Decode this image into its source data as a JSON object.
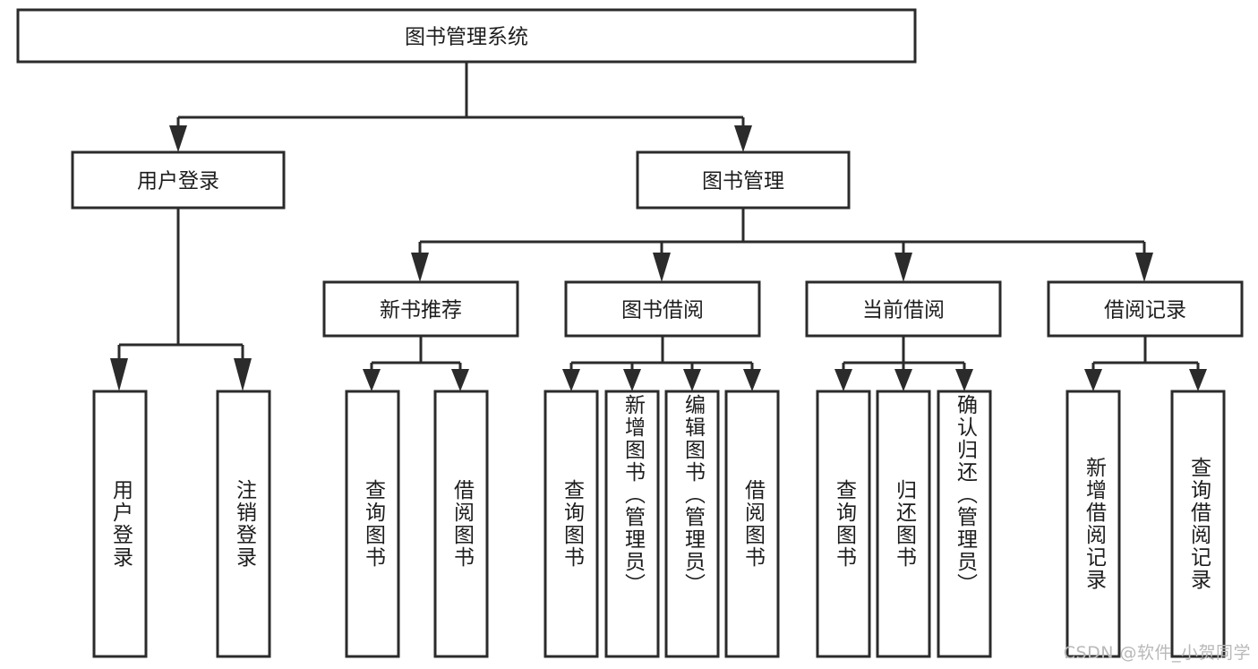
{
  "diagram": {
    "title": "图书管理系统",
    "type": "tree-hierarchy",
    "watermark": "CSDN @软件_小贺同学",
    "colors": {
      "stroke": "#2b2b2b",
      "fill": "#ffffff",
      "text": "#1d1d1d",
      "watermark": "#b9b9b9"
    },
    "root": {
      "label": "图书管理系统"
    },
    "level2": [
      {
        "label": "用户登录"
      },
      {
        "label": "图书管理"
      }
    ],
    "level3": [
      {
        "label": "新书推荐"
      },
      {
        "label": "图书借阅"
      },
      {
        "label": "当前借阅"
      },
      {
        "label": "借阅记录"
      }
    ],
    "leaves": {
      "user_login": [
        {
          "label": "用户登录"
        },
        {
          "label": "注销登录"
        }
      ],
      "new_book_recommend": [
        {
          "label": "查询图书"
        },
        {
          "label": "借阅图书"
        }
      ],
      "book_borrow": [
        {
          "label": "查询图书"
        },
        {
          "label": "新增图书（管理员）"
        },
        {
          "label": "编辑图书（管理员）"
        },
        {
          "label": "借阅图书"
        }
      ],
      "current_borrow": [
        {
          "label": "查询图书"
        },
        {
          "label": "归还图书"
        },
        {
          "label": "确认归还（管理员）"
        }
      ],
      "borrow_record": [
        {
          "label": "新增借阅记录"
        },
        {
          "label": "查询借阅记录"
        }
      ]
    }
  }
}
